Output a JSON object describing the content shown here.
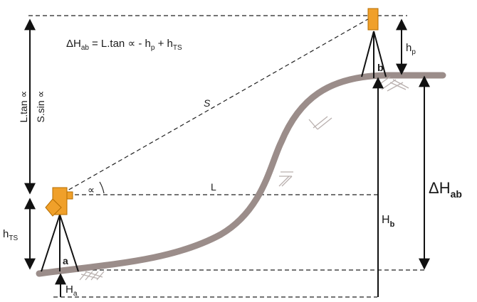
{
  "formula": {
    "lhs_symbol": "ΔH",
    "lhs_sub": "ab",
    "rhs": "= L.tan ∝ -  h",
    "p_sub": "p",
    "plus": " + h",
    "ts_sub": "TS"
  },
  "labels": {
    "vertical_upper": "L.tan ∝",
    "vertical_lower": "S.sin ∝",
    "s": "S",
    "l": "L",
    "alpha": "∝",
    "hp_main": "h",
    "hp_sub": "p",
    "hts_main": "h",
    "hts_sub": "TS",
    "point_a": "a",
    "point_b": "b",
    "ha_main": "H",
    "ha_sub": "a",
    "hb_main": "H",
    "hb_sub": "b",
    "dhab_symbol": "ΔH",
    "dhab_sub": "ab"
  },
  "colors": {
    "instrument": "#f0a02a",
    "ground": "#9b8d8a",
    "hatch": "#b9b0ae",
    "lines": "#222222"
  }
}
